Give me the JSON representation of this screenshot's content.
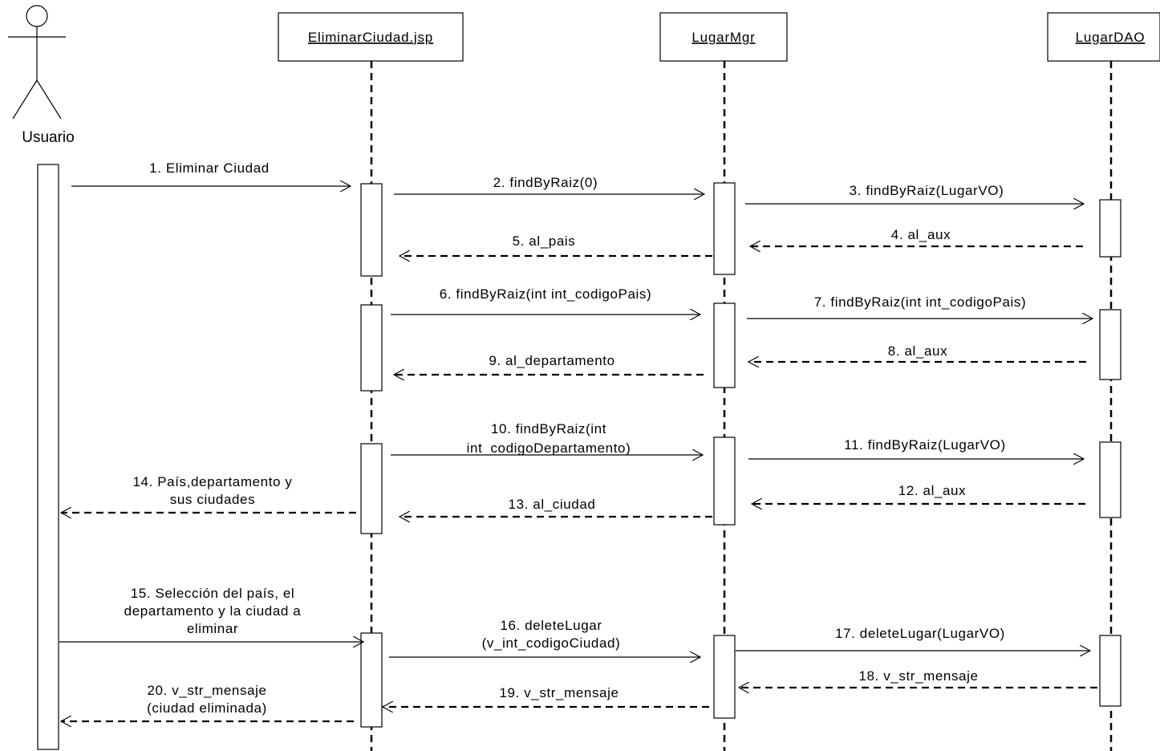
{
  "actor": {
    "name": "Usuario"
  },
  "lifelines": [
    {
      "id": "jsp",
      "name": "EliminarCiudad.jsp"
    },
    {
      "id": "mgr",
      "name": "LugarMgr"
    },
    {
      "id": "dao",
      "name": "LugarDAO"
    }
  ],
  "messages": [
    {
      "label": [
        "1. Eliminar Ciudad"
      ],
      "from": "actor",
      "to": "jsp",
      "type": "call"
    },
    {
      "label": [
        "2. findByRaiz(0)"
      ],
      "from": "jsp",
      "to": "mgr",
      "type": "call"
    },
    {
      "label": [
        "3. findByRaiz(LugarVO)"
      ],
      "from": "mgr",
      "to": "dao",
      "type": "call"
    },
    {
      "label": [
        "4. al_aux"
      ],
      "from": "dao",
      "to": "mgr",
      "type": "return"
    },
    {
      "label": [
        "5. al_pais"
      ],
      "from": "mgr",
      "to": "jsp",
      "type": "return"
    },
    {
      "label": [
        "6. findByRaiz(int int_codigoPais)"
      ],
      "from": "jsp",
      "to": "mgr",
      "type": "call"
    },
    {
      "label": [
        "7. findByRaiz(int int_codigoPais)"
      ],
      "from": "mgr",
      "to": "dao",
      "type": "call"
    },
    {
      "label": [
        "8. al_aux"
      ],
      "from": "dao",
      "to": "mgr",
      "type": "return"
    },
    {
      "label": [
        "9. al_departamento"
      ],
      "from": "mgr",
      "to": "jsp",
      "type": "return"
    },
    {
      "label": [
        "10. findByRaiz(int",
        "int_codigoDepartamento)"
      ],
      "from": "jsp",
      "to": "mgr",
      "type": "call"
    },
    {
      "label": [
        "11. findByRaiz(LugarVO)"
      ],
      "from": "mgr",
      "to": "dao",
      "type": "call"
    },
    {
      "label": [
        "12. al_aux"
      ],
      "from": "dao",
      "to": "mgr",
      "type": "return"
    },
    {
      "label": [
        "13. al_ciudad"
      ],
      "from": "mgr",
      "to": "jsp",
      "type": "return"
    },
    {
      "label": [
        "14. País,departamento y",
        "sus ciudades"
      ],
      "from": "jsp",
      "to": "actor",
      "type": "return"
    },
    {
      "label": [
        "15. Selección del país, el",
        "departamento y la ciudad a",
        "eliminar"
      ],
      "from": "actor",
      "to": "jsp",
      "type": "call"
    },
    {
      "label": [
        "16. deleteLugar",
        "(v_int_codigoCiudad)"
      ],
      "from": "jsp",
      "to": "mgr",
      "type": "call"
    },
    {
      "label": [
        "17. deleteLugar(LugarVO)"
      ],
      "from": "mgr",
      "to": "dao",
      "type": "call"
    },
    {
      "label": [
        "18. v_str_mensaje"
      ],
      "from": "dao",
      "to": "mgr",
      "type": "return"
    },
    {
      "label": [
        "19. v_str_mensaje"
      ],
      "from": "mgr",
      "to": "jsp",
      "type": "return"
    },
    {
      "label": [
        "20. v_str_mensaje",
        "(ciudad eliminada)"
      ],
      "from": "jsp",
      "to": "actor",
      "type": "return"
    }
  ]
}
